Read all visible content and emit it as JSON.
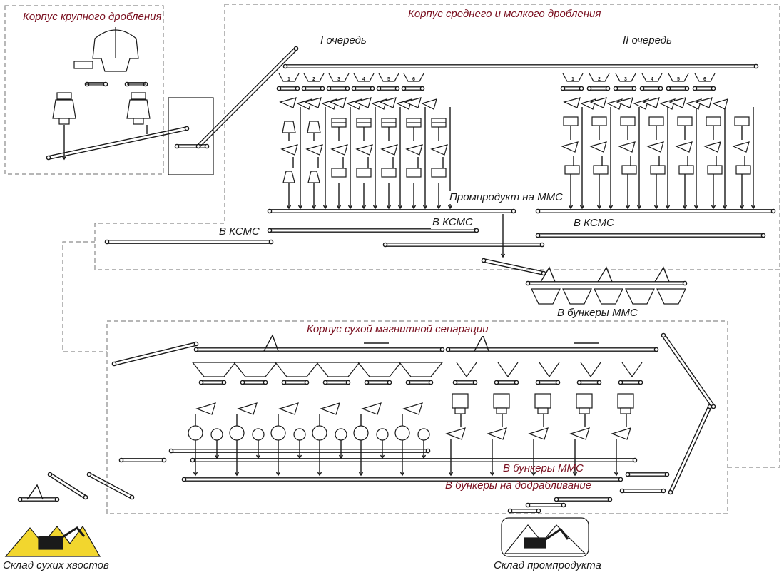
{
  "colors": {
    "label_red": "#7a1020",
    "line": "#1a1a1a",
    "dashed_border": "#8a8a8a",
    "stockpile_yellow": "#f2d62e"
  },
  "diagram": {
    "coarse_building": "Корпус крупного дробления",
    "medium_fine_building": "Корпус среднего и мелкого дробления",
    "queue_1": "I очередь",
    "queue_2": "II очередь",
    "middlings_to_mms": "Промпродукт на ММС",
    "to_ksms_left": "В КСМС",
    "to_ksms_center": "В КСМС",
    "to_ksms_right": "В КСМС",
    "to_mms_bunkers_top": "В бункеры ММС",
    "dry_magnetic_building": "Корпус сухой магнитной сепарации",
    "to_mms_bunkers_bottom": "В бункеры ММС",
    "to_regrinding_bunkers": "В бункеры на додрабливание",
    "dry_tailings_storage": "Склад сухих хвостов",
    "middlings_storage": "Склад промпродукта"
  },
  "queue1_crusher_numbers": [
    "1",
    "2",
    "3",
    "4",
    "5",
    "6"
  ],
  "queue2_crusher_numbers": [
    "1",
    "2",
    "3",
    "4",
    "5",
    "6"
  ]
}
